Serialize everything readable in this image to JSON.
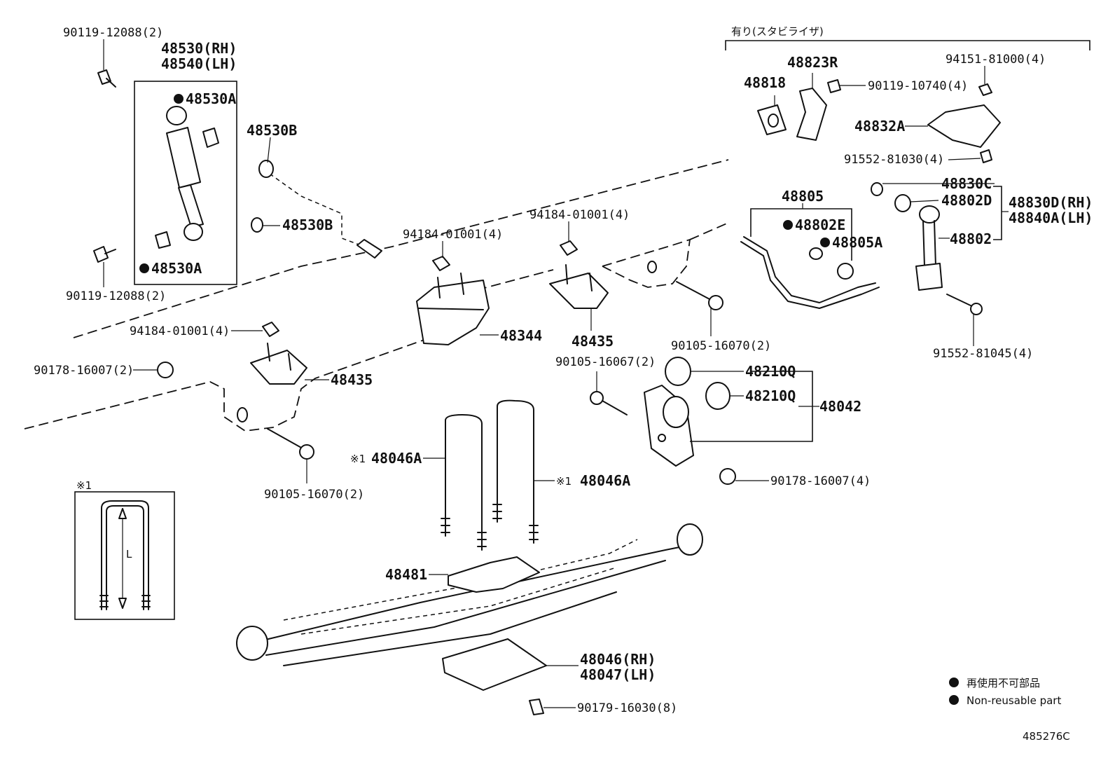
{
  "labels": {
    "shock_bolt_top": "90119-12088(2)",
    "shock_rh": "48530(RH)",
    "shock_lh": "48540(LH)",
    "bushing_top": "48530A",
    "bushing_bottom": "48530A",
    "washer_b_1": "48530B",
    "washer_b_2": "48530B",
    "shock_bolt_bottom": "90119-12088(2)",
    "nut_941_mid": "94184-01001(4)",
    "nut_941_right": "94184-01001(4)",
    "nut_941_left": "94184-01001(4)",
    "bumper_48344": "48344",
    "seat_48435_right": "48435",
    "seat_48435_left": "48435",
    "nut_90178_left": "90178-16007(2)",
    "bolt_90105_left": "90105-16070(2)",
    "bolt_90105_067": "90105-16067(2)",
    "bolt_90105_right": "90105-16070(2)",
    "ubolt_left": "48046A",
    "ubolt_right": "48046A",
    "ubolt_mark": "※1",
    "inset_mark": "※1",
    "inset_l": "L",
    "spacer_48481": "48481",
    "plate_rh": "48046(RH)",
    "plate_lh": "48047(LH)",
    "nut_90179": "90179-16030(8)",
    "bush_48210q_1": "48210Q",
    "bush_48210q_2": "48210Q",
    "bracket_48042": "48042",
    "nut_90178_right": "90178-16007(4)",
    "stab_title": "有り(スタビライザ)",
    "stab_48818": "48818",
    "stab_48823r": "48823R",
    "stab_bolt_90119": "90119-10740(4)",
    "stab_nut_94151": "94151-81000(4)",
    "stab_48832a": "48832A",
    "stab_bolt_91552_030": "91552-81030(4)",
    "stab_48805": "48805",
    "stab_48802e": "48802E",
    "stab_48805a": "48805A",
    "link_48830c": "48830C",
    "link_48802d": "48802D",
    "link_48802": "48802",
    "link_rh": "48830D(RH)",
    "link_lh": "48840A(LH)",
    "stab_bolt_91552_045": "91552-81045(4)",
    "legend_jp": "再使用不可部品",
    "legend_en": "Non-reusable part",
    "diagram_code": "485276C"
  }
}
